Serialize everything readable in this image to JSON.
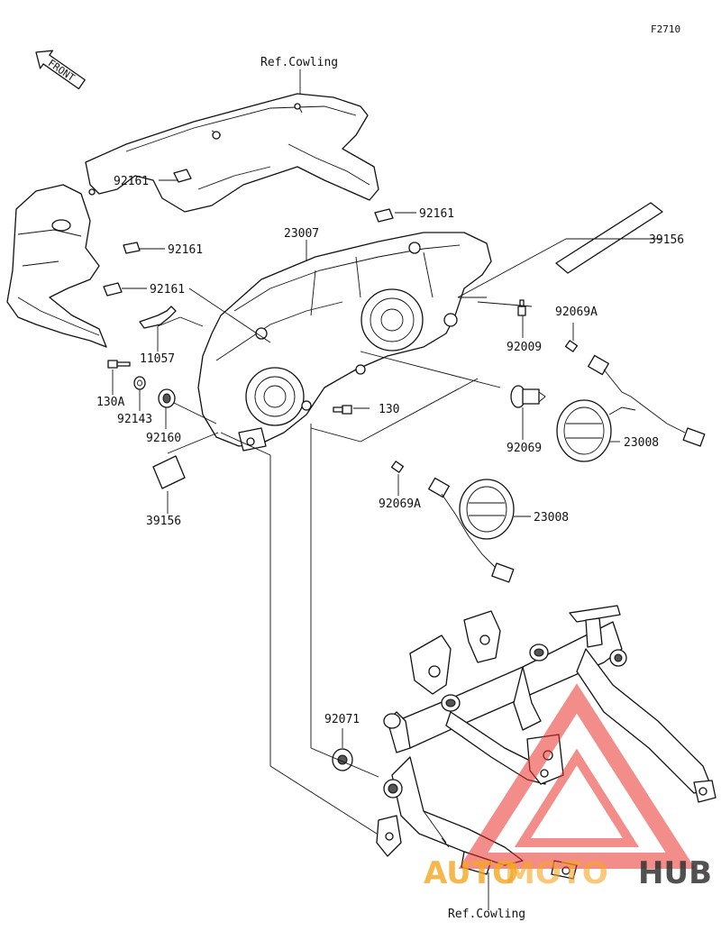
{
  "figure_code": "F2710",
  "front_label": "FRONT",
  "callouts": {
    "ref_cowling_top": "Ref.Cowling",
    "ref_cowling_bottom": "Ref.Cowling",
    "p92161_a": "92161",
    "p92161_b": "92161",
    "p92161_c": "92161",
    "p92161_d": "92161",
    "p23007": "23007",
    "p39156_a": "39156",
    "p39156_b": "39156",
    "p11057": "11057",
    "p130A": "130A",
    "p92143": "92143",
    "p92160": "92160",
    "p130": "130",
    "p92009": "92009",
    "p92069A_a": "92069A",
    "p92069A_b": "92069A",
    "p92069": "92069",
    "p23008_a": "23008",
    "p23008_b": "23008",
    "p92071": "92071"
  },
  "watermark": {
    "text_light": "AUTO",
    "text_mid": "MOTO",
    "text_dark": "HUB",
    "color_light": "#f5a623",
    "color_dark": "#333333",
    "triangle_color": "#e8312a"
  }
}
